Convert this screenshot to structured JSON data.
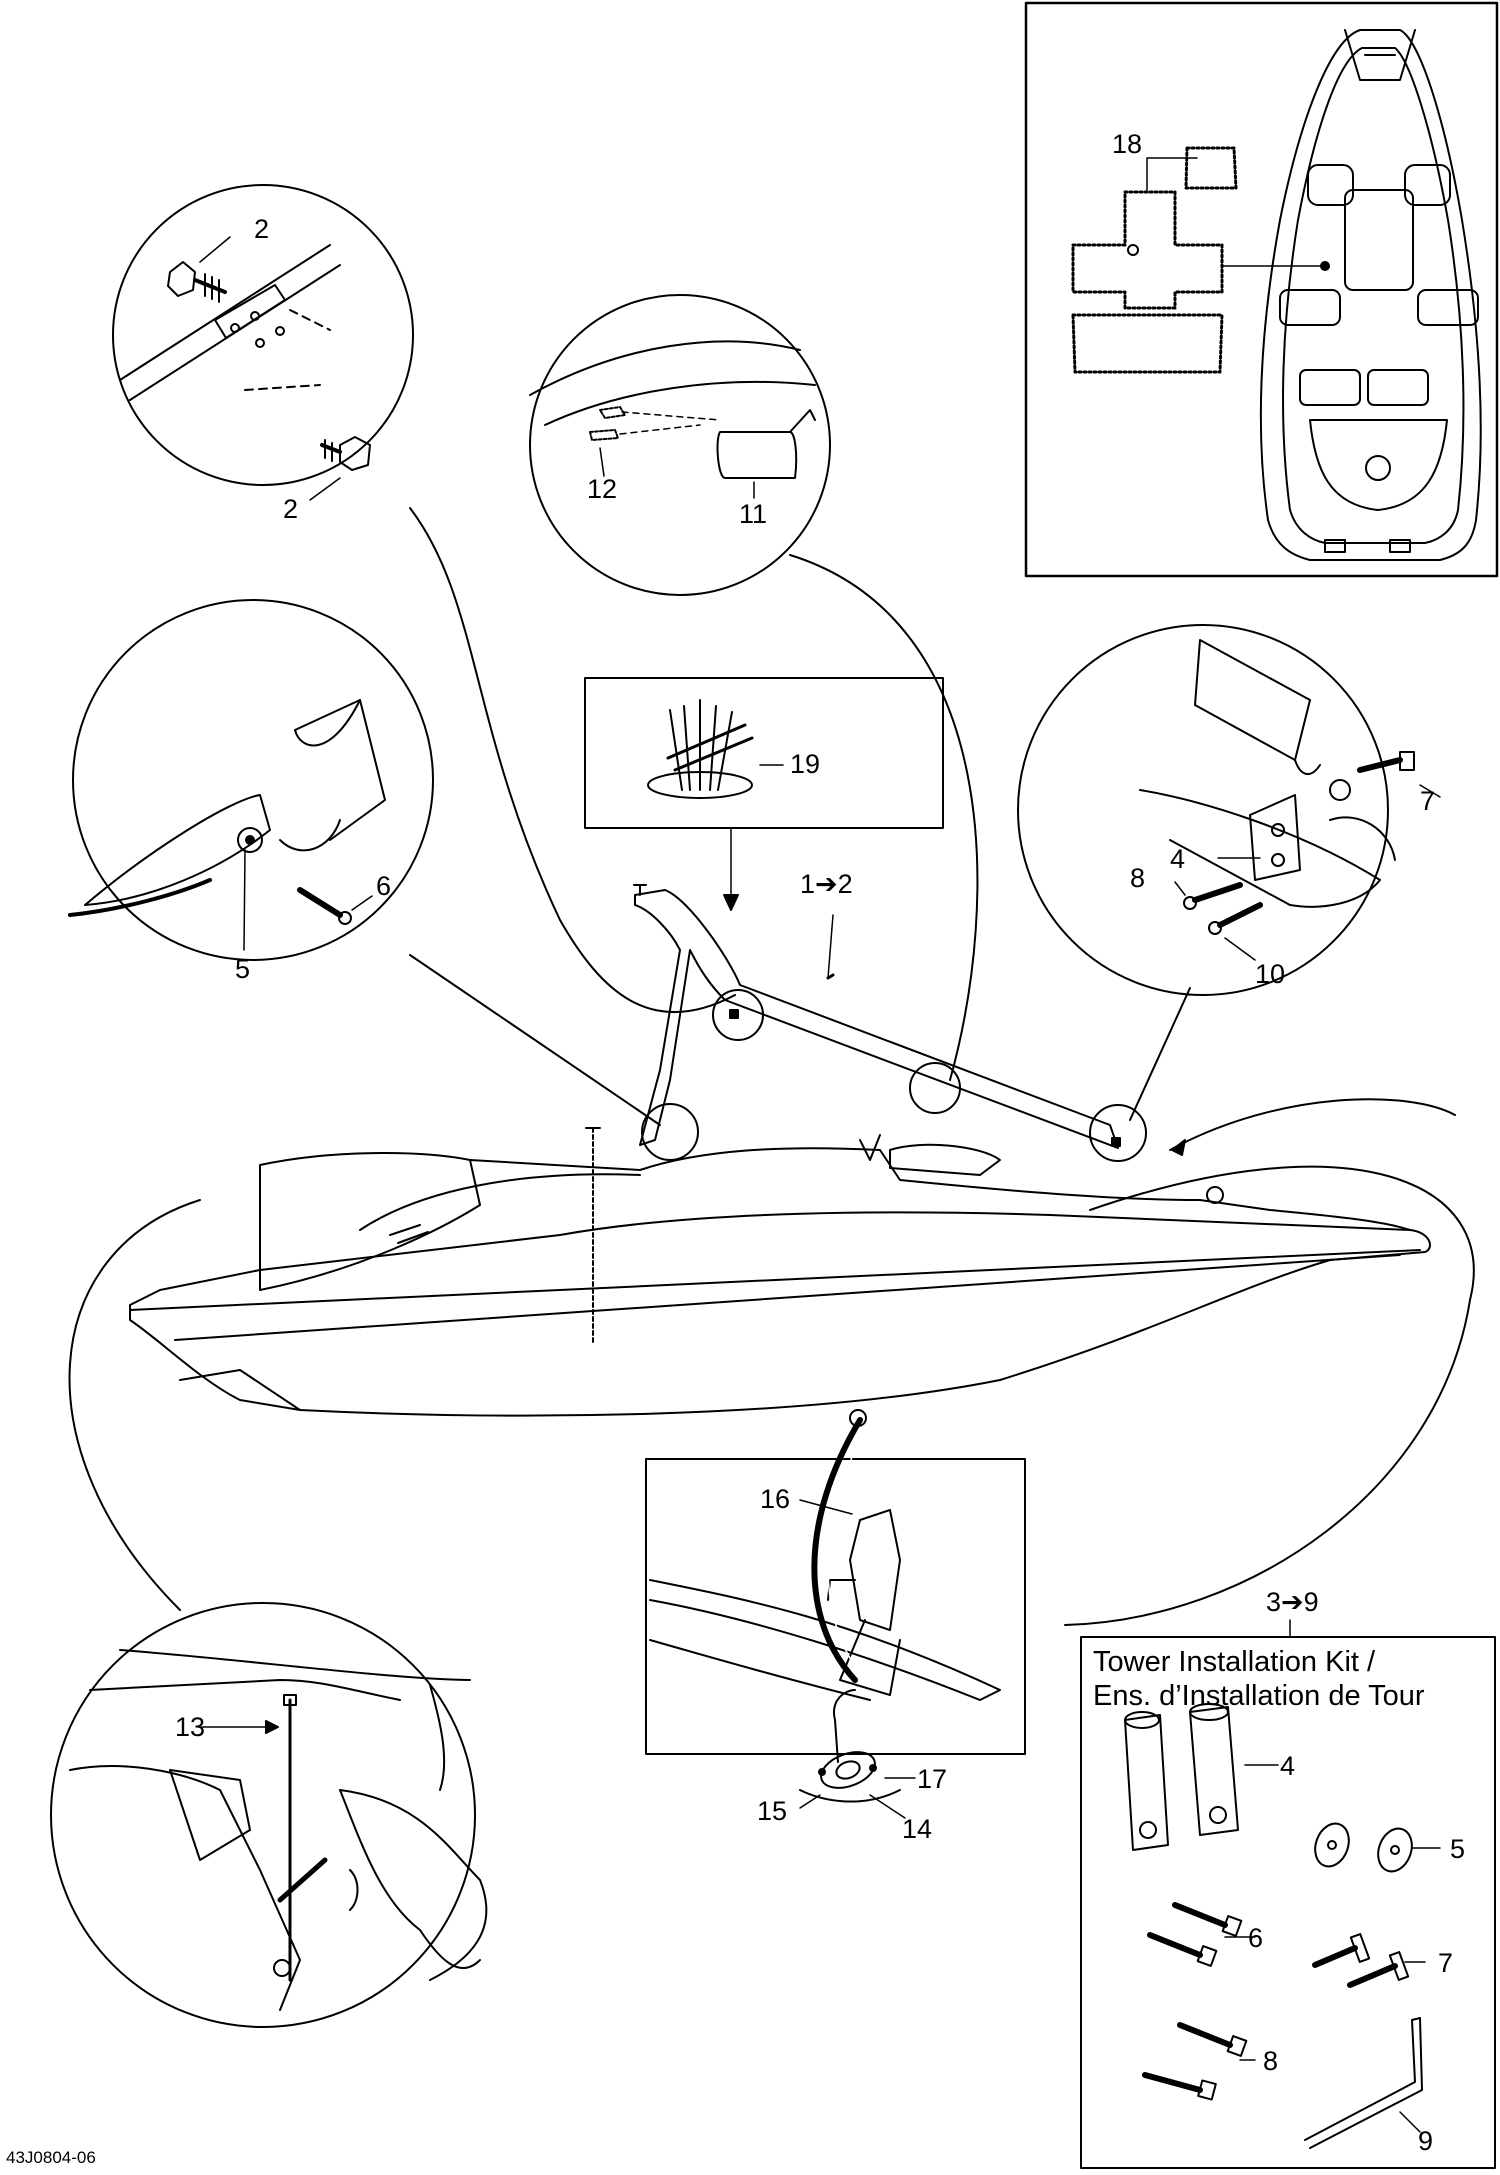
{
  "figure_code": "43J0804-06",
  "kit": {
    "range_label": "3➔9",
    "title_line1": "Tower Installation Kit /",
    "title_line2": "Ens. d’Installation de Tour"
  },
  "callouts": {
    "tower_assembly": "1➔2",
    "knob_upper": "2",
    "knob_lower": "2",
    "spacer": "4",
    "washer": "5",
    "screw_6": "6",
    "screw_7": "7",
    "screw_8": "8",
    "screw_10": "10",
    "mirror": "11",
    "mirror_screw": "12",
    "rod": "13",
    "grommet_14": "14",
    "grommet_15": "15",
    "cable": "16",
    "grommet_17": "17",
    "mat": "18",
    "tie_kit": "19",
    "kit_spacer": "4",
    "kit_washer": "5",
    "kit_screw_6": "6",
    "kit_screw_7": "7",
    "kit_screw_8": "8",
    "kit_key": "9"
  }
}
